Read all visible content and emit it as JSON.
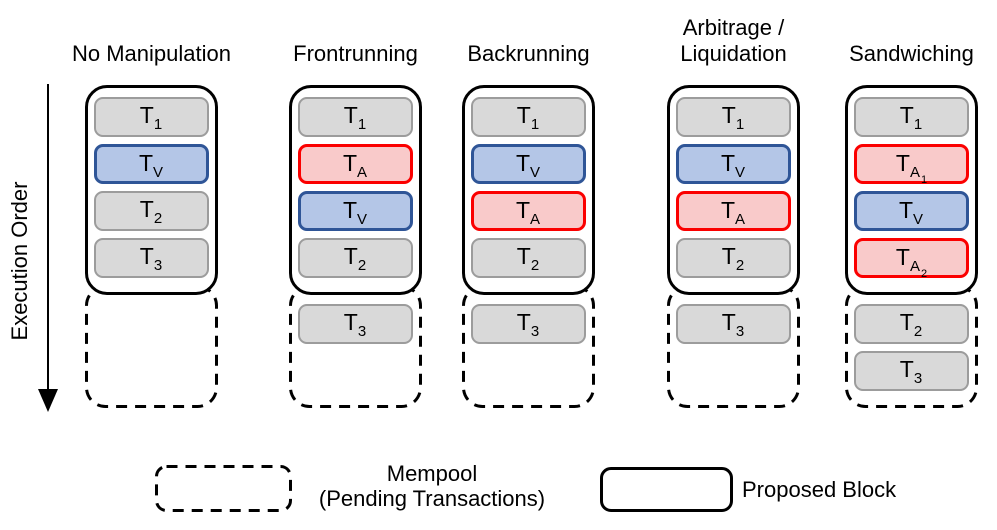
{
  "execution_order": {
    "label": "Execution Order"
  },
  "columns": [
    {
      "title": "No Manipulation",
      "block": [
        {
          "base": "T",
          "sub": "1",
          "subsub": "",
          "type": "normal"
        },
        {
          "base": "T",
          "sub": "V",
          "subsub": "",
          "type": "victim"
        },
        {
          "base": "T",
          "sub": "2",
          "subsub": "",
          "type": "normal"
        },
        {
          "base": "T",
          "sub": "3",
          "subsub": "",
          "type": "normal"
        }
      ],
      "mempool": []
    },
    {
      "title": "Frontrunning",
      "block": [
        {
          "base": "T",
          "sub": "1",
          "subsub": "",
          "type": "normal"
        },
        {
          "base": "T",
          "sub": "A",
          "subsub": "",
          "type": "attacker"
        },
        {
          "base": "T",
          "sub": "V",
          "subsub": "",
          "type": "victim"
        },
        {
          "base": "T",
          "sub": "2",
          "subsub": "",
          "type": "normal"
        }
      ],
      "mempool": [
        {
          "base": "T",
          "sub": "3",
          "subsub": "",
          "type": "normal"
        }
      ]
    },
    {
      "title": "Backrunning",
      "block": [
        {
          "base": "T",
          "sub": "1",
          "subsub": "",
          "type": "normal"
        },
        {
          "base": "T",
          "sub": "V",
          "subsub": "",
          "type": "victim"
        },
        {
          "base": "T",
          "sub": "A",
          "subsub": "",
          "type": "attacker"
        },
        {
          "base": "T",
          "sub": "2",
          "subsub": "",
          "type": "normal"
        }
      ],
      "mempool": [
        {
          "base": "T",
          "sub": "3",
          "subsub": "",
          "type": "normal"
        }
      ]
    },
    {
      "title": "Arbitrage /\nLiquidation",
      "block": [
        {
          "base": "T",
          "sub": "1",
          "subsub": "",
          "type": "normal"
        },
        {
          "base": "T",
          "sub": "V",
          "subsub": "",
          "type": "victim"
        },
        {
          "base": "T",
          "sub": "A",
          "subsub": "",
          "type": "attacker"
        },
        {
          "base": "T",
          "sub": "2",
          "subsub": "",
          "type": "normal"
        }
      ],
      "mempool": [
        {
          "base": "T",
          "sub": "3",
          "subsub": "",
          "type": "normal"
        }
      ]
    },
    {
      "title": "Sandwiching",
      "block": [
        {
          "base": "T",
          "sub": "1",
          "subsub": "",
          "type": "normal"
        },
        {
          "base": "T",
          "sub": "A",
          "subsub": "1",
          "type": "attacker"
        },
        {
          "base": "T",
          "sub": "V",
          "subsub": "",
          "type": "victim"
        },
        {
          "base": "T",
          "sub": "A",
          "subsub": "2",
          "type": "attacker"
        }
      ],
      "mempool": [
        {
          "base": "T",
          "sub": "2",
          "subsub": "",
          "type": "normal"
        },
        {
          "base": "T",
          "sub": "3",
          "subsub": "",
          "type": "normal"
        }
      ]
    }
  ],
  "legend": {
    "mempool_label": "Mempool\n(Pending Transactions)",
    "proposed_block_label": "Proposed Block"
  },
  "colors": {
    "normal-fill": "#d9d9d9",
    "normal-border": "#9c9c9c",
    "victim-fill": "#b4c6e7",
    "victim-border": "#2f5597",
    "attacker-fill": "#f9caca",
    "attacker-border": "#fb0000",
    "outline": "#000000"
  }
}
